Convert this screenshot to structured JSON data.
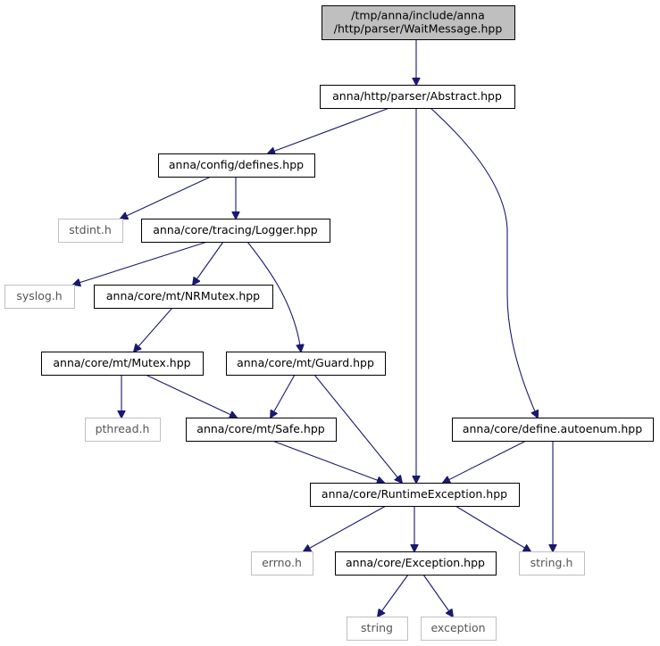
{
  "colors": {
    "edge": "#191970",
    "root_fill": "#bfbfbf",
    "node_border": "#000000",
    "external_border": "#bfbfbf",
    "external_text": "#555555"
  },
  "nodes": {
    "wait_message": {
      "lines": [
        "/tmp/anna/include/anna",
        "/http/parser/WaitMessage.hpp"
      ],
      "kind": "root"
    },
    "abstract": {
      "lines": [
        "anna/http/parser/Abstract.hpp"
      ],
      "kind": "header"
    },
    "defines": {
      "lines": [
        "anna/config/defines.hpp"
      ],
      "kind": "header"
    },
    "stdint": {
      "lines": [
        "stdint.h"
      ],
      "kind": "external"
    },
    "logger": {
      "lines": [
        "anna/core/tracing/Logger.hpp"
      ],
      "kind": "header"
    },
    "syslog": {
      "lines": [
        "syslog.h"
      ],
      "kind": "external"
    },
    "nrmutex": {
      "lines": [
        "anna/core/mt/NRMutex.hpp"
      ],
      "kind": "header"
    },
    "mutex": {
      "lines": [
        "anna/core/mt/Mutex.hpp"
      ],
      "kind": "header"
    },
    "guard": {
      "lines": [
        "anna/core/mt/Guard.hpp"
      ],
      "kind": "header"
    },
    "pthread": {
      "lines": [
        "pthread.h"
      ],
      "kind": "external"
    },
    "safe": {
      "lines": [
        "anna/core/mt/Safe.hpp"
      ],
      "kind": "header"
    },
    "autoenum": {
      "lines": [
        "anna/core/define.autoenum.hpp"
      ],
      "kind": "header"
    },
    "runtime_exception": {
      "lines": [
        "anna/core/RuntimeException.hpp"
      ],
      "kind": "header"
    },
    "errno": {
      "lines": [
        "errno.h"
      ],
      "kind": "external"
    },
    "exception_hpp": {
      "lines": [
        "anna/core/Exception.hpp"
      ],
      "kind": "header"
    },
    "string_h": {
      "lines": [
        "string.h"
      ],
      "kind": "external"
    },
    "string": {
      "lines": [
        "string"
      ],
      "kind": "external"
    },
    "exception": {
      "lines": [
        "exception"
      ],
      "kind": "external"
    }
  },
  "edges": [
    {
      "from": "wait_message",
      "to": "abstract"
    },
    {
      "from": "abstract",
      "to": "defines"
    },
    {
      "from": "abstract",
      "to": "runtime_exception"
    },
    {
      "from": "abstract",
      "to": "autoenum"
    },
    {
      "from": "defines",
      "to": "stdint"
    },
    {
      "from": "defines",
      "to": "logger"
    },
    {
      "from": "logger",
      "to": "syslog"
    },
    {
      "from": "logger",
      "to": "nrmutex"
    },
    {
      "from": "logger",
      "to": "guard"
    },
    {
      "from": "nrmutex",
      "to": "mutex"
    },
    {
      "from": "mutex",
      "to": "pthread"
    },
    {
      "from": "mutex",
      "to": "safe"
    },
    {
      "from": "guard",
      "to": "safe"
    },
    {
      "from": "guard",
      "to": "runtime_exception"
    },
    {
      "from": "safe",
      "to": "runtime_exception"
    },
    {
      "from": "autoenum",
      "to": "runtime_exception"
    },
    {
      "from": "autoenum",
      "to": "string_h"
    },
    {
      "from": "runtime_exception",
      "to": "errno"
    },
    {
      "from": "runtime_exception",
      "to": "exception_hpp"
    },
    {
      "from": "runtime_exception",
      "to": "string_h"
    },
    {
      "from": "exception_hpp",
      "to": "string"
    },
    {
      "from": "exception_hpp",
      "to": "exception"
    }
  ]
}
